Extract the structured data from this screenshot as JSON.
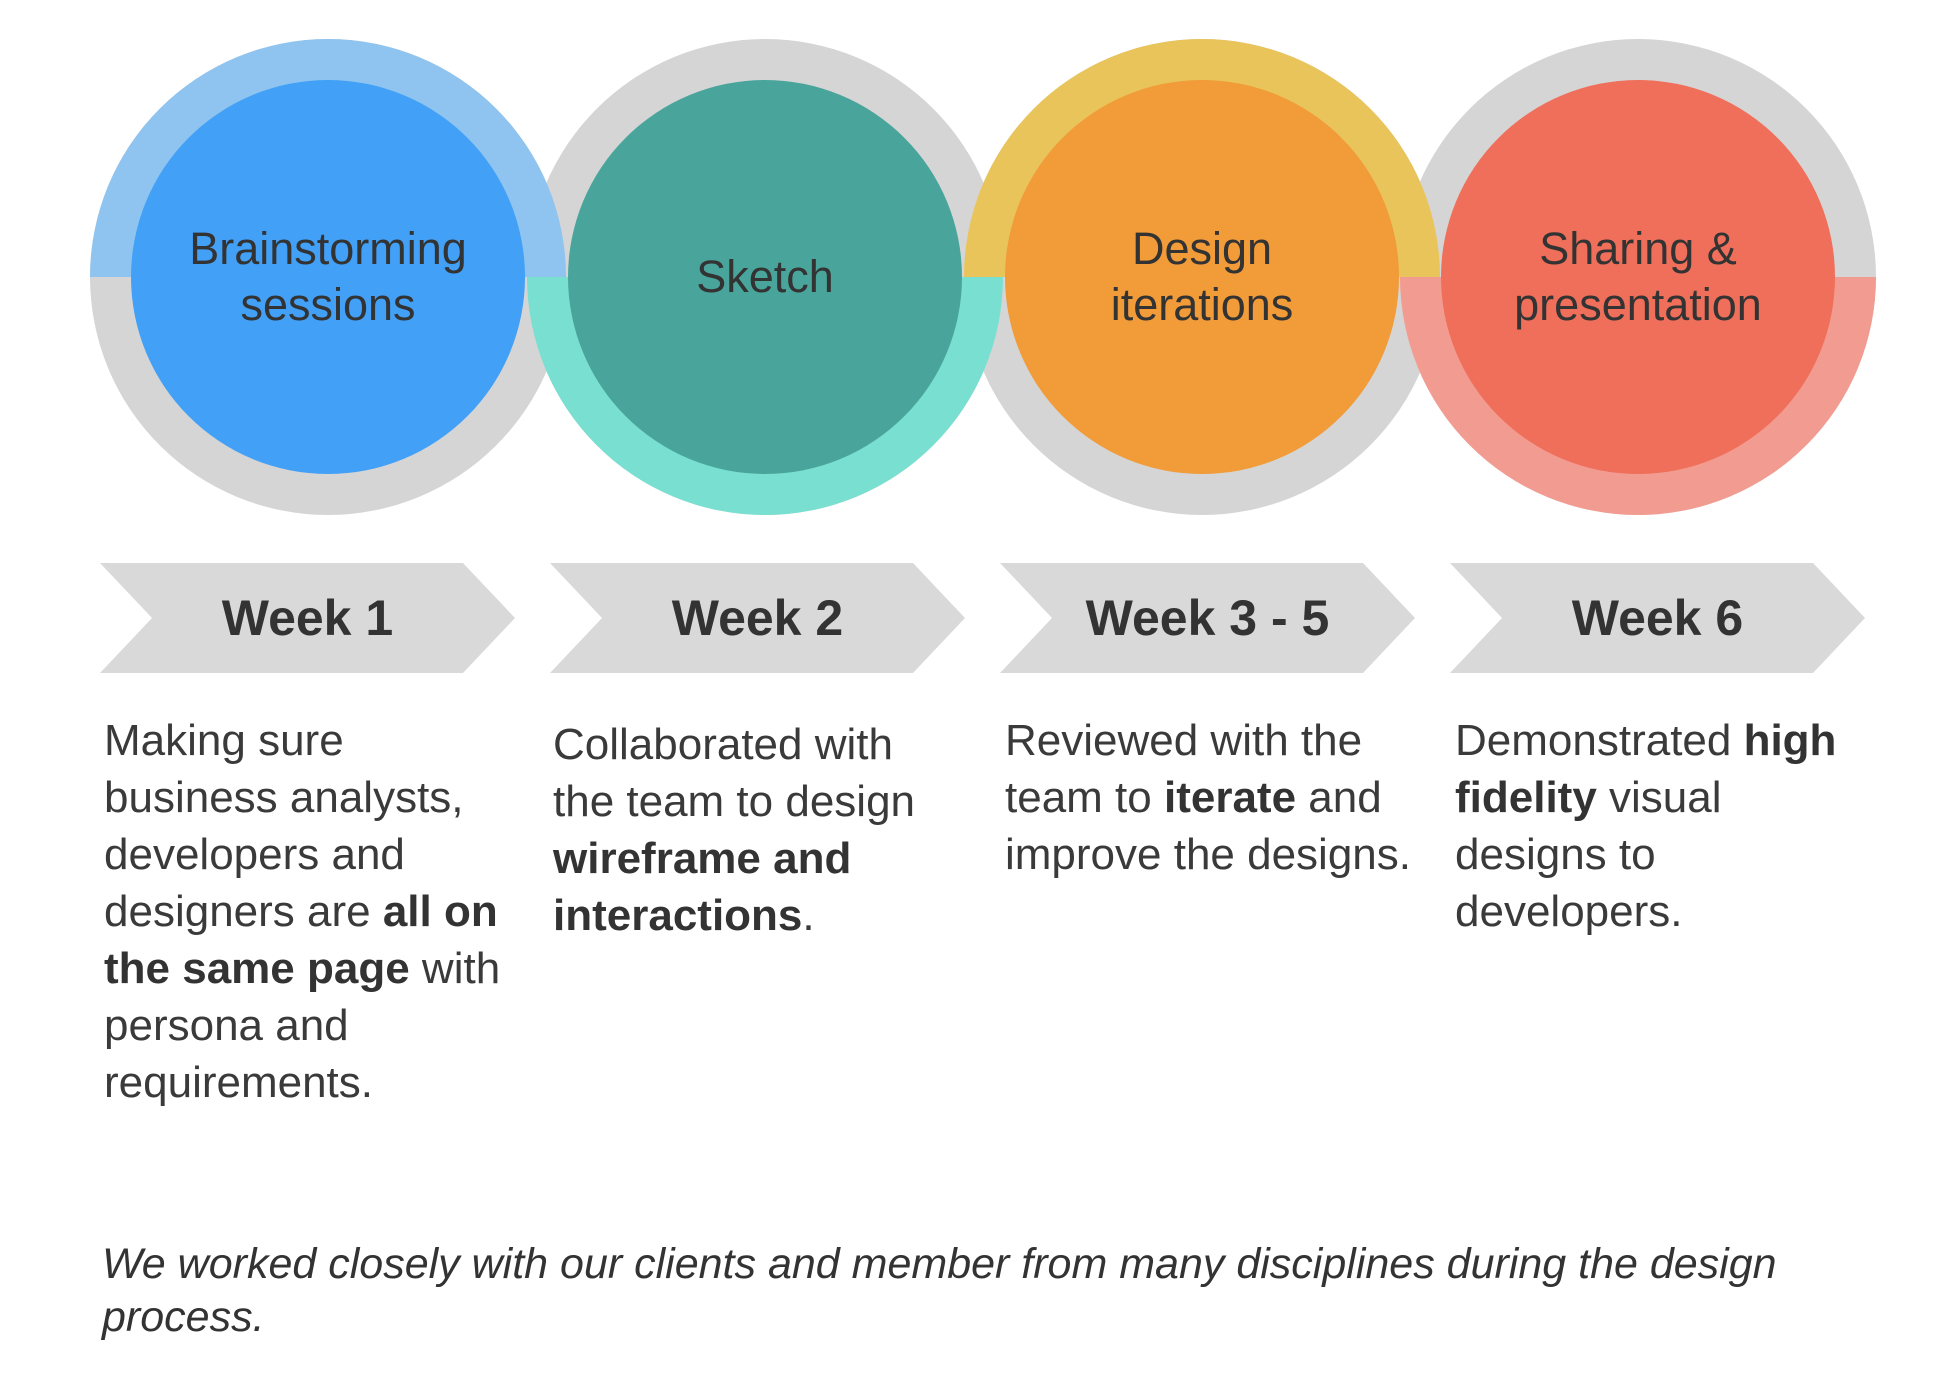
{
  "steps": [
    {
      "title_lines": [
        "Brainstorming",
        "sessions"
      ],
      "week": "Week 1",
      "description_parts": [
        {
          "text": "Making sure business analysts, developers and designers are ",
          "bold": false
        },
        {
          "text": "all on the same page",
          "bold": true
        },
        {
          "text": " with persona and requirements.",
          "bold": false
        }
      ],
      "colors": {
        "inner": "#42A0F7",
        "ring": "#8EC4EF"
      },
      "ring_half": "top"
    },
    {
      "title_lines": [
        "Sketch"
      ],
      "week": "Week 2",
      "description_parts": [
        {
          "text": "Collaborated with the team to design ",
          "bold": false
        },
        {
          "text": "wireframe and interactions",
          "bold": true
        },
        {
          "text": ".",
          "bold": false
        }
      ],
      "colors": {
        "inner": "#49A59B",
        "ring": "#79DFD0"
      },
      "ring_half": "bottom"
    },
    {
      "title_lines": [
        "Design",
        "iterations"
      ],
      "week": "Week 3 - 5",
      "description_parts": [
        {
          "text": "Reviewed with the team to ",
          "bold": false
        },
        {
          "text": "iterate",
          "bold": true
        },
        {
          "text": " and improve the designs.",
          "bold": false
        }
      ],
      "colors": {
        "inner": "#F19B39",
        "ring": "#E8C45A"
      },
      "ring_half": "top"
    },
    {
      "title_lines": [
        "Sharing &",
        "presentation"
      ],
      "week": "Week 6",
      "description_parts": [
        {
          "text": "Demonstrated ",
          "bold": false
        },
        {
          "text": "high fidelity",
          "bold": true
        },
        {
          "text": " visual designs to developers.",
          "bold": false
        }
      ],
      "colors": {
        "inner": "#EF6F5A",
        "ring": "#F29C91"
      },
      "ring_half": "bottom"
    }
  ],
  "footer": "We worked closely with our clients and member from many disciplines during the design process.",
  "colors": {
    "ring_base": "#D5D5D5",
    "chevron": "#D9D9D9",
    "text": "#333333"
  }
}
